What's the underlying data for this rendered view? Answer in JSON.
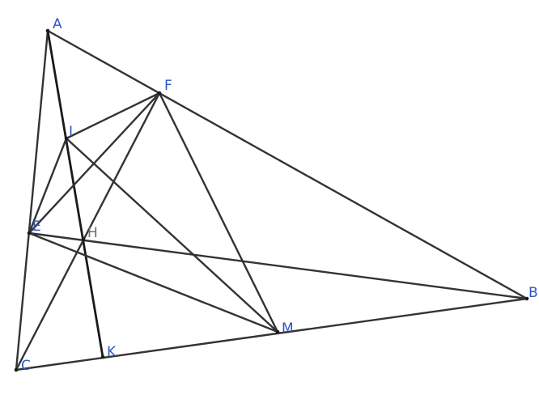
{
  "figure": {
    "type": "geometry-construction",
    "colors": {
      "line": "#333333",
      "line_dark": "#1a1a1a",
      "point": "#1a1a1a",
      "label_blue": "#2f55c7",
      "label_gray": "#6d6d6d"
    },
    "points": [
      {
        "id": "A",
        "label": "A",
        "color": "blue"
      },
      {
        "id": "F",
        "label": "F",
        "color": "blue"
      },
      {
        "id": "I",
        "label": "I",
        "color": "blue"
      },
      {
        "id": "E",
        "label": "E",
        "color": "blue"
      },
      {
        "id": "H",
        "label": "H",
        "color": "gray"
      },
      {
        "id": "B",
        "label": "B",
        "color": "blue"
      },
      {
        "id": "M",
        "label": "M",
        "color": "blue"
      },
      {
        "id": "C",
        "label": "C",
        "color": "blue"
      },
      {
        "id": "K",
        "label": "K",
        "color": "blue"
      }
    ],
    "segments": [
      {
        "id": "AB",
        "from": "A",
        "to": "B"
      },
      {
        "id": "AC",
        "from": "A",
        "to": "C"
      },
      {
        "id": "CB",
        "from": "C",
        "to": "B"
      },
      {
        "id": "AK",
        "from": "A",
        "to": "K",
        "dark": true
      },
      {
        "id": "CF",
        "from": "C",
        "to": "F"
      },
      {
        "id": "EB",
        "from": "E",
        "to": "B"
      },
      {
        "id": "FE",
        "from": "F",
        "to": "E"
      },
      {
        "id": "FI",
        "from": "F",
        "to": "I"
      },
      {
        "id": "FM",
        "from": "F",
        "to": "M"
      },
      {
        "id": "IM",
        "from": "I",
        "to": "M"
      },
      {
        "id": "IE",
        "from": "I",
        "to": "E"
      },
      {
        "id": "EM",
        "from": "E",
        "to": "M"
      }
    ]
  }
}
